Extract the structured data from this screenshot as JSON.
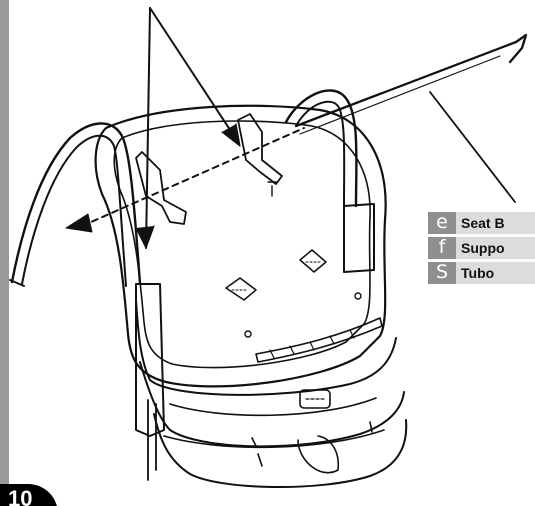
{
  "legend": {
    "items": [
      {
        "letter": "e",
        "text": "Seat B"
      },
      {
        "letter": "f",
        "text": "Suppo"
      },
      {
        "letter": "S",
        "text": "Tubo"
      }
    ]
  },
  "page_number": "10"
}
